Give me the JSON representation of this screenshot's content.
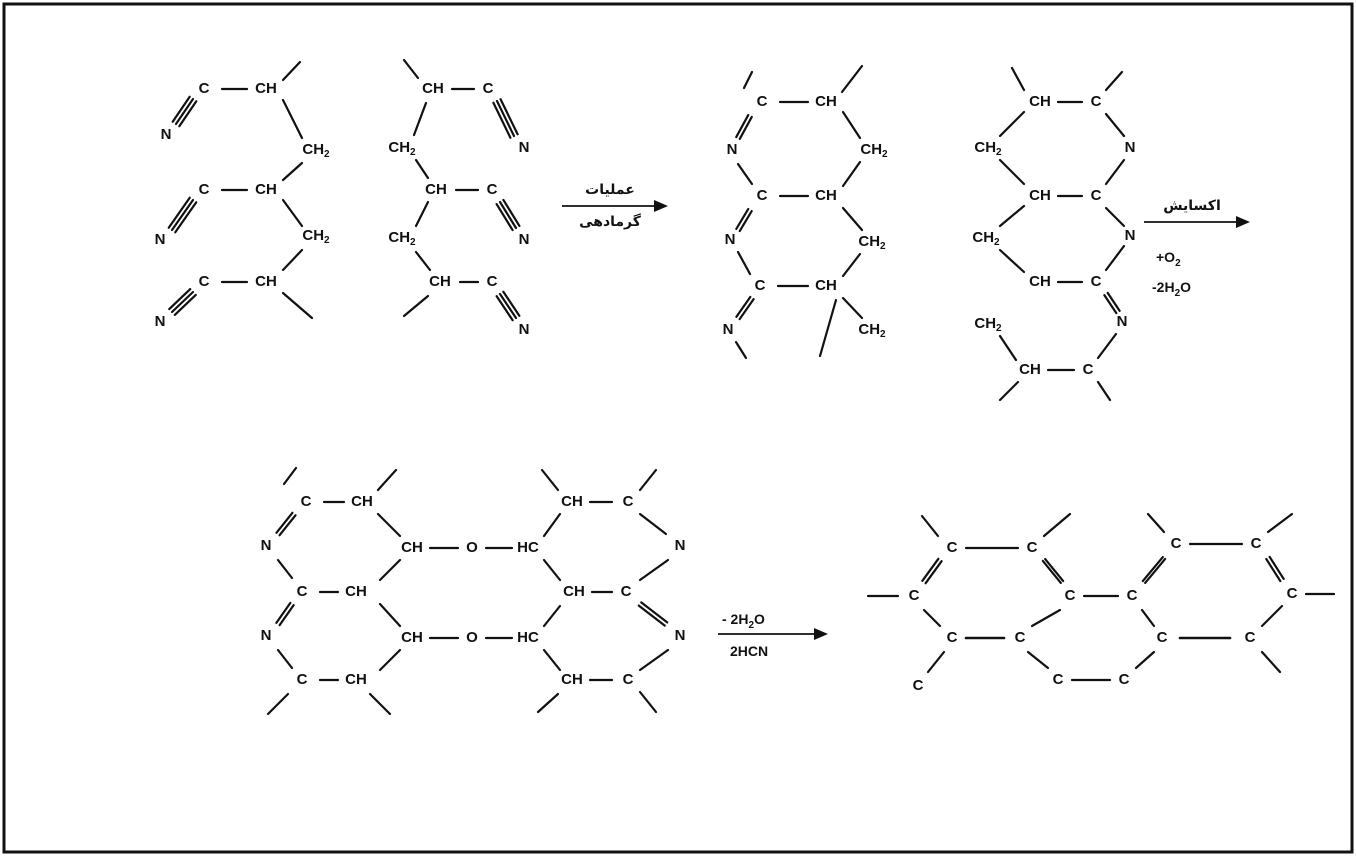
{
  "labels": {
    "C": "C",
    "CH": "CH",
    "CH2": "CH",
    "sub2": "2",
    "N": "N",
    "O": "O",
    "HC": "HC"
  },
  "arrows": {
    "arrow1": {
      "top": "عملیات",
      "bottom": "گرمادهی"
    },
    "arrow2": {
      "top": "اکسایش",
      "line1": "+O",
      "line1_sub": "2",
      "line2": "-2H",
      "line2_sub": "2",
      "line2_tail": "O"
    },
    "arrow3": {
      "top": "- 2H",
      "top_sub": "2",
      "top_tail": "O",
      "bottom": "2HCN"
    }
  }
}
